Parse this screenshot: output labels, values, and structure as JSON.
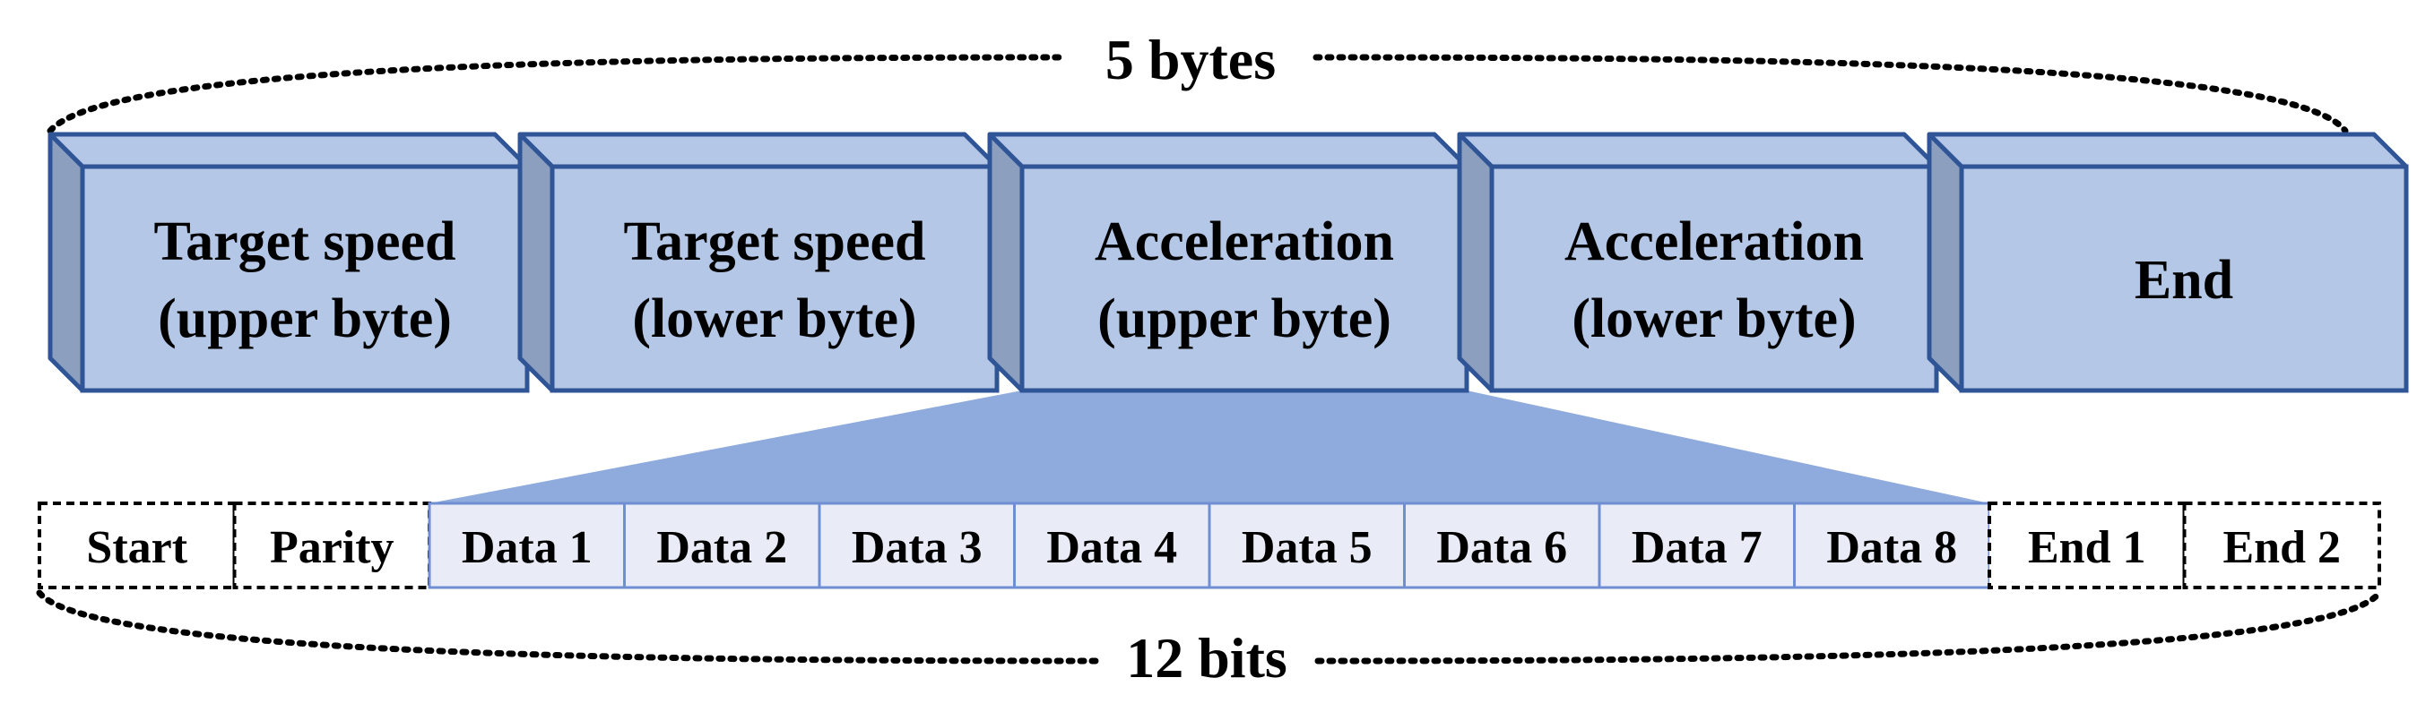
{
  "top_brace": {
    "label": "5 bytes"
  },
  "bottom_brace": {
    "label": "12 bits"
  },
  "bytes": [
    {
      "lines": [
        "Target speed",
        "(upper byte)"
      ]
    },
    {
      "lines": [
        "Target speed",
        "(lower byte)"
      ]
    },
    {
      "lines": [
        "Acceleration",
        "(upper byte)"
      ]
    },
    {
      "lines": [
        "Acceleration",
        "(lower byte)"
      ]
    },
    {
      "lines": [
        "End"
      ]
    }
  ],
  "expanded_byte_index": 2,
  "bits": [
    {
      "label": "Start",
      "kind": "frame"
    },
    {
      "label": "Parity",
      "kind": "frame"
    },
    {
      "label": "Data 1",
      "kind": "data"
    },
    {
      "label": "Data 2",
      "kind": "data"
    },
    {
      "label": "Data 3",
      "kind": "data"
    },
    {
      "label": "Data 4",
      "kind": "data"
    },
    {
      "label": "Data 5",
      "kind": "data"
    },
    {
      "label": "Data 6",
      "kind": "data"
    },
    {
      "label": "Data 7",
      "kind": "data"
    },
    {
      "label": "Data 8",
      "kind": "data"
    },
    {
      "label": "End 1",
      "kind": "frame"
    },
    {
      "label": "End 2",
      "kind": "frame"
    }
  ],
  "colors": {
    "box_face": "#b4c7e7",
    "box_side": "#8c9fbe",
    "box_stroke": "#2f5597",
    "connector": "#2f5597",
    "zoom_fill": "#8faadc",
    "data_fill": "#e9ecf6",
    "data_stroke": "#6f8fd2",
    "frame_stroke": "#000000"
  }
}
